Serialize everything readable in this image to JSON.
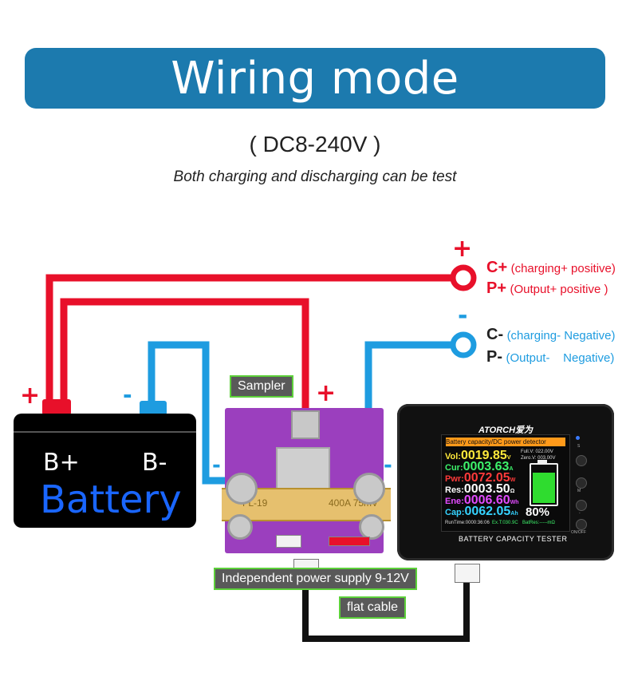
{
  "header": {
    "title": "Wiring mode"
  },
  "subtitle": "( DC8-240V )",
  "note": "Both charging and discharging can be test",
  "terminals": {
    "positive_sign": "+",
    "negative_sign": "-",
    "c_plus": "C+",
    "c_plus_desc": "(charging+ positive)",
    "p_plus": "P+",
    "p_plus_desc": "(Output+ positive )",
    "c_minus": "C-",
    "c_minus_desc": "(charging- Negative)",
    "p_minus": "P-",
    "p_minus_desc": "(Output-    Negative)"
  },
  "battery": {
    "plus_sign": "+",
    "minus_sign": "-",
    "b_plus": "B+",
    "b_minus": "B-",
    "name": "Battery"
  },
  "sampler": {
    "label": "Sampler",
    "plus_sign": "+",
    "left_minus": "-",
    "right_minus": "-",
    "shunt_left": "FL-19",
    "shunt_right": "400A 75mV"
  },
  "callouts": {
    "power": "Independent power supply 9-12V",
    "cable": "flat cable"
  },
  "meter": {
    "brand": "ATORCH爱为",
    "header": "Battery capacity/DC power detector",
    "rows": [
      {
        "label": "Vol:",
        "value": "0019.85",
        "unit": "V",
        "color": "#ffe93b"
      },
      {
        "label": "Cur:",
        "value": "0003.63",
        "unit": "A",
        "color": "#3df26b"
      },
      {
        "label": "Pwr:",
        "value": "0072.05",
        "unit": "W",
        "color": "#ff3a3a"
      },
      {
        "label": "Res:",
        "value": "0003.50",
        "unit": "Ω",
        "color": "#ffffff"
      },
      {
        "label": "Ene:",
        "value": "0006.60",
        "unit": "Wh",
        "color": "#e34bff"
      },
      {
        "label": "Cap:",
        "value": "0062.05",
        "unit": "Ah",
        "color": "#35d3ff"
      }
    ],
    "full_v": "Full.V: 022.00V",
    "zero_v": "Zero.V: 003.00V",
    "percent": "80%",
    "battery_level": 0.8,
    "runtime": "RunTime:0000:36:06",
    "ext": "Ex.T:030.9C",
    "batres": "BatRes:-----mΩ",
    "title": "BATTERY CAPACITY TESTER",
    "buttons": [
      "S",
      "M",
      "-",
      "ON/OFF"
    ]
  },
  "colors": {
    "banner": "#1c7aae",
    "red_wire": "#e8102a",
    "blue_wire": "#1e9ce0",
    "black_wire": "#111111",
    "callout_border": "#5dd03a"
  }
}
